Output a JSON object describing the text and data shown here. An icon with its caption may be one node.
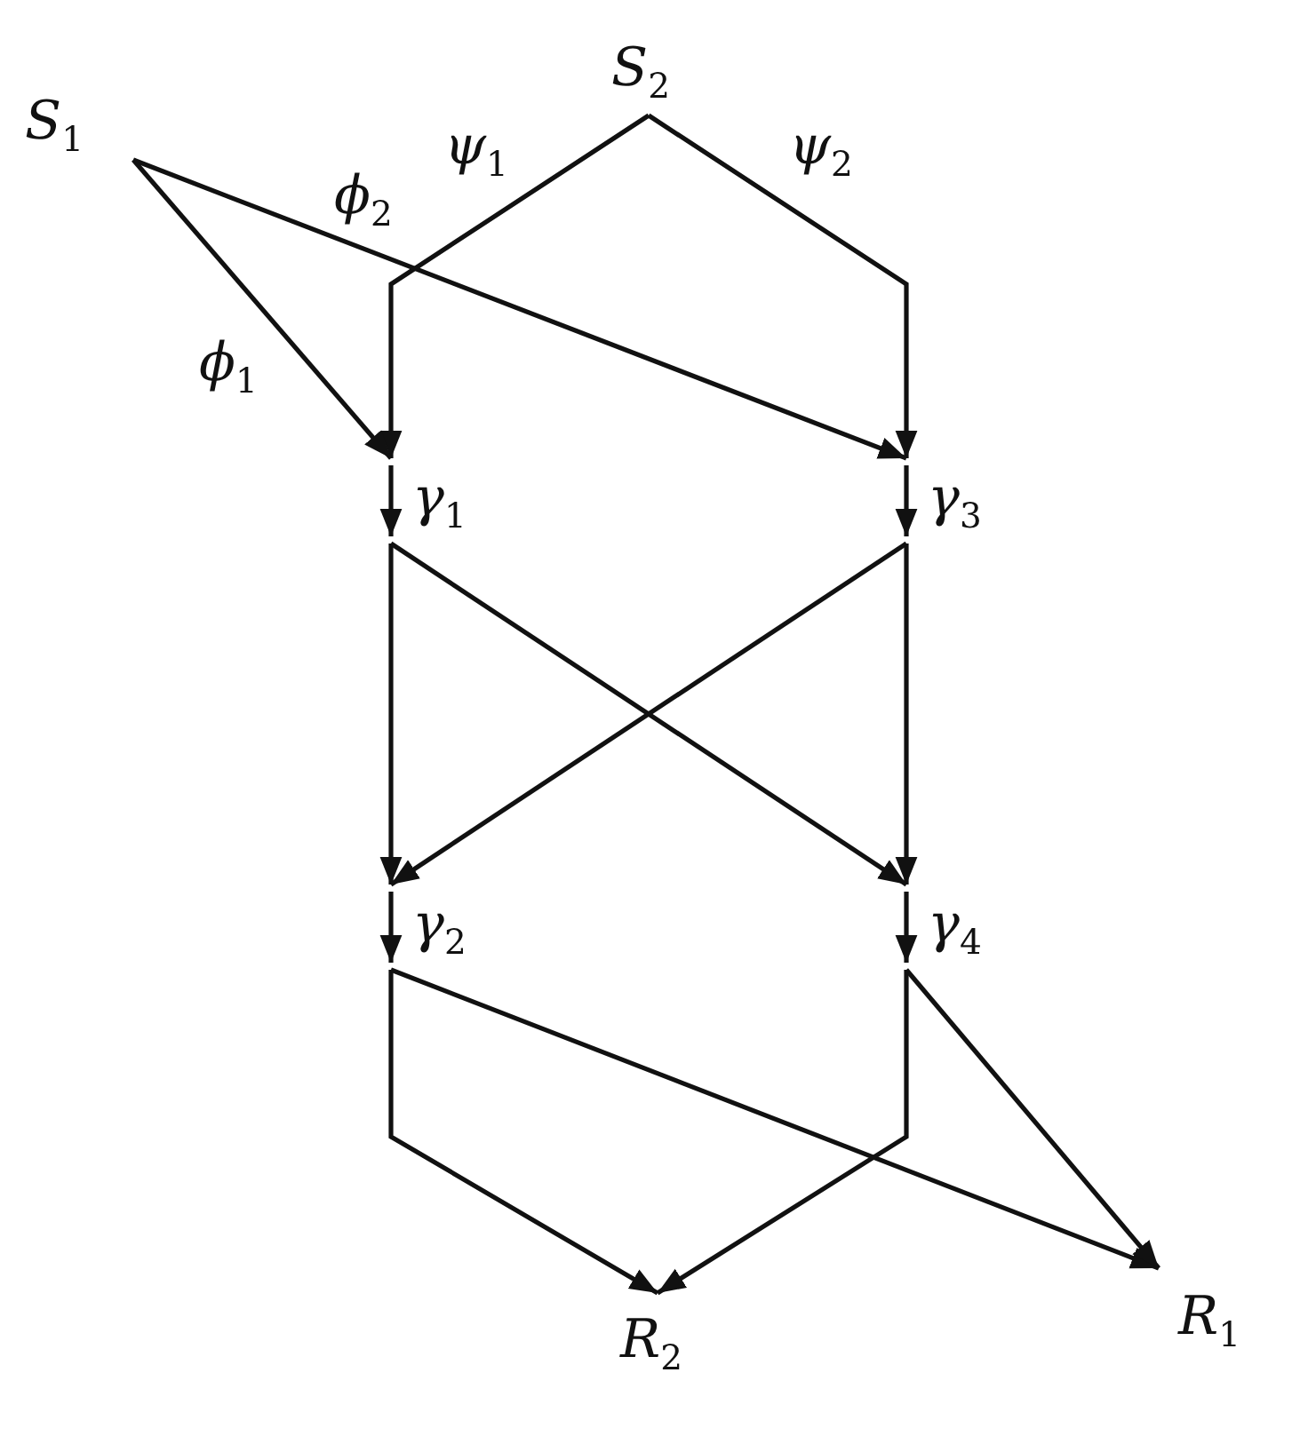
{
  "diagram": {
    "nodes": [
      {
        "text": [
          "*S*$_{1}$"
        ]
      },
      {
        "text": [
          "*S*$_{2}$"
        ]
      },
      {
        "text": [
          "*γ*$_{1}$"
        ]
      },
      {
        "text": [
          "*γ*$_{3}$"
        ]
      },
      {
        "text": [
          "*γ*$_{2}$"
        ]
      },
      {
        "text": [
          "*γ*$_{4}$"
        ]
      },
      {
        "text": [
          "*R*$_{2}$"
        ]
      },
      {
        "text": [
          "*R*$_{1}$"
        ]
      }
    ],
    "edges": [
      {
        "from": 1,
        "to": 2,
        "arrow": "to",
        "label": "*ψ*$_{1}$"
      },
      {
        "from": 1,
        "to": 3,
        "arrow": "to",
        "label": "*ψ*$_{2}$"
      },
      {
        "from": 0,
        "to": 3,
        "arrow": "to",
        "label": "*ϕ*$_{2}$"
      },
      {
        "from": 0,
        "to": 2,
        "arrow": "to",
        "label": "*ϕ*$_{1}$"
      },
      {
        "from": 2,
        "to": 4,
        "arrow": "to"
      },
      {
        "from": 2,
        "to": 5,
        "arrow": "to"
      },
      {
        "from": 3,
        "to": 4,
        "arrow": "to"
      },
      {
        "from": 3,
        "to": 5,
        "arrow": "to"
      },
      {
        "from": 4,
        "to": 6,
        "arrow": "to"
      },
      {
        "from": 4,
        "to": 7,
        "arrow": "to"
      },
      {
        "from": 5,
        "to": 6,
        "arrow": "to"
      },
      {
        "from": 5,
        "to": 7,
        "arrow": "to"
      }
    ]
  }
}
